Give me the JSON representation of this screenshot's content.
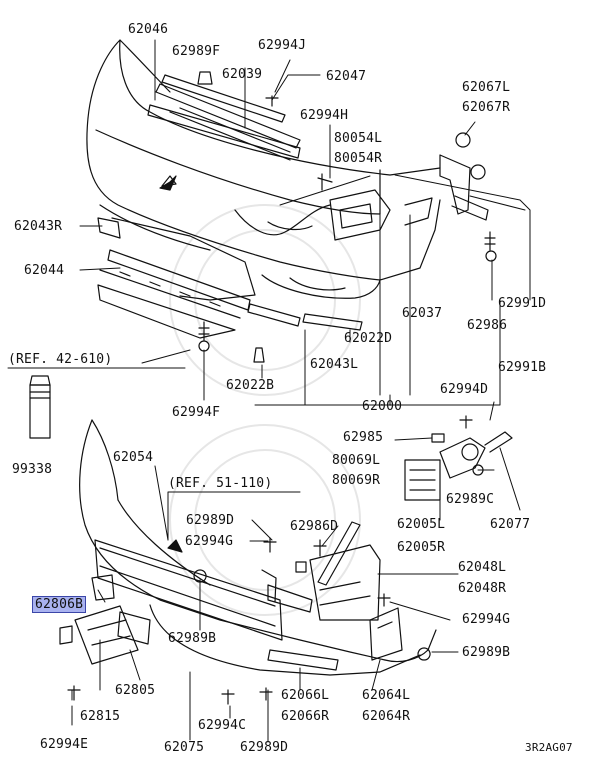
{
  "diagram": {
    "labels": {
      "p62046": "62046",
      "p62989F": "62989F",
      "p62994J": "62994J",
      "p62039": "62039",
      "p62047": "62047",
      "p62067L": "62067L",
      "p62067R": "62067R",
      "p62994H": "62994H",
      "p80054L": "80054L",
      "p80054R": "80054R",
      "p62043R": "62043R",
      "p62044": "62044",
      "p62991D": "62991D",
      "p62037": "62037",
      "p62986": "62986",
      "p62022D": "62022D",
      "ref42610": "(REF. 42-610)",
      "p62022B": "62022B",
      "p62043L": "62043L",
      "p62991B": "62991B",
      "p62994F": "62994F",
      "p62000": "62000",
      "p62994D": "62994D",
      "p62985": "62985",
      "p99338": "99338",
      "p62054": "62054",
      "p80069L": "80069L",
      "p80069R": "80069R",
      "p62989C": "62989C",
      "ref51110": "(REF. 51-110)",
      "p62005L": "62005L",
      "p62077": "62077",
      "p62989D": "62989D",
      "p62986D": "62986D",
      "p62005R": "62005R",
      "p62994G_a": "62994G",
      "p62048L": "62048L",
      "p62048R": "62048R",
      "p62806B": "62806B",
      "p62994G_b": "62994G",
      "p62989B_a": "62989B",
      "p62989B_b": "62989B",
      "p62805": "62805",
      "p62066L": "62066L",
      "p62066R": "62066R",
      "p62064L": "62064L",
      "p62064R": "62064R",
      "p62815": "62815",
      "p62994C": "62994C",
      "p62994E": "62994E",
      "p62075": "62075",
      "p62989D_b": "62989D",
      "code": "3R2AG07"
    },
    "highlight_color": "#a9b2ef"
  }
}
